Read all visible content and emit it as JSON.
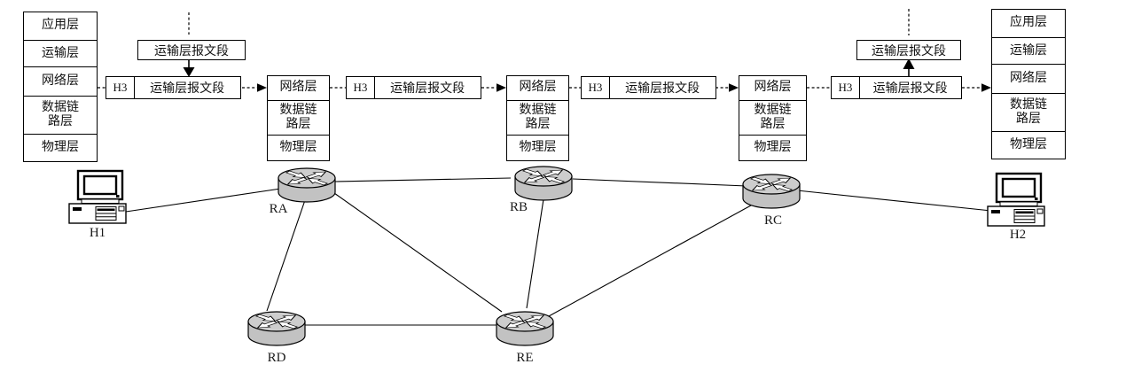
{
  "stacks": {
    "host_layers": [
      "应用层",
      "运输层",
      "网络层",
      "数据链路层",
      "物理层"
    ],
    "router_layers": [
      "网络层",
      "数据链路层",
      "物理层"
    ]
  },
  "packet": {
    "header": "H3",
    "payload": "运输层报文段"
  },
  "segment_box_label": "运输层报文段",
  "nodes": {
    "h1": "H1",
    "h2": "H2",
    "ra": "RA",
    "rb": "RB",
    "rc": "RC",
    "rd": "RD",
    "re": "RE"
  },
  "topology": {
    "links": [
      "H1-RA",
      "RA-RB",
      "RB-RC",
      "RC-H2",
      "RA-RD",
      "RA-RE",
      "RB-RE",
      "RD-RE",
      "RE-RC"
    ]
  },
  "colors": {
    "line": "#000000",
    "router_fill": "#c8c8c8",
    "box_bg": "#ffffff"
  }
}
